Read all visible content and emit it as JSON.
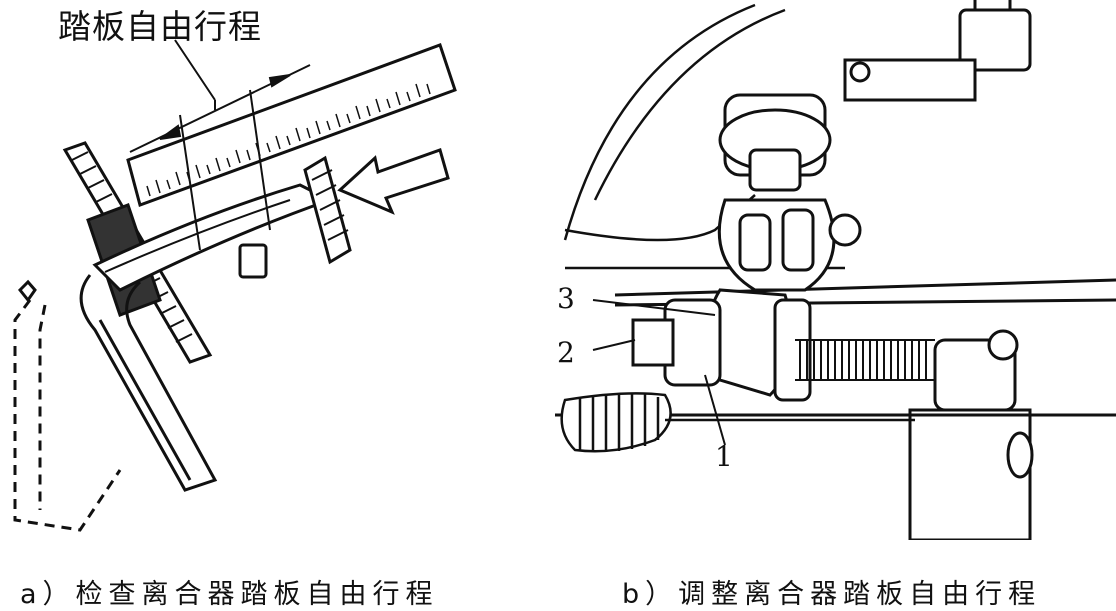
{
  "figure": {
    "panel_a": {
      "annotation": "踏板自由行程",
      "caption": "a）检查离合器踏板自由行程"
    },
    "panel_b": {
      "caption": "b）调整离合器踏板自由行程",
      "callouts": [
        "3",
        "2",
        "1"
      ]
    }
  }
}
